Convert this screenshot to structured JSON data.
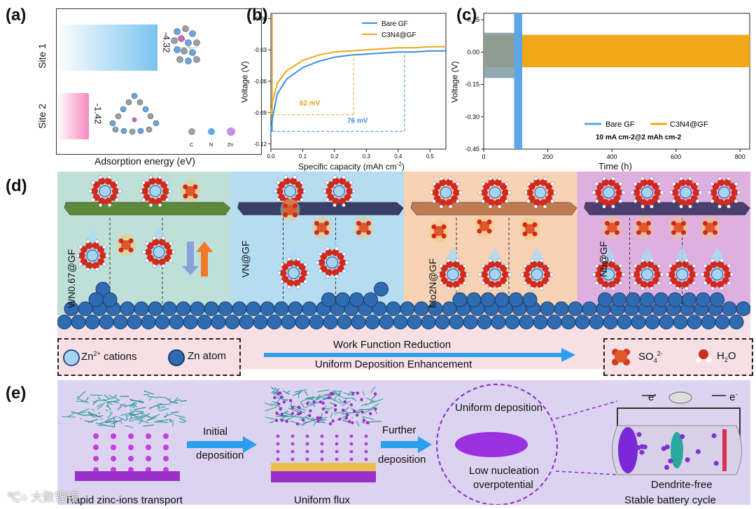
{
  "panel_labels": {
    "a": "(a)",
    "b": "(b)",
    "c": "(c)",
    "d": "(d)",
    "e": "(e)"
  },
  "panel_a": {
    "sites": [
      "Site 1",
      "Site 2"
    ],
    "values": [
      "-4.32",
      "-1.42"
    ],
    "xlabel": "Adsorption energy (eV)",
    "atoms": [
      "C",
      "N",
      "Zn"
    ]
  },
  "panel_b": {
    "xlabel": "Specific capacity (mAh cm",
    "xlabel_sup": "-2",
    "xlabel_end": ")",
    "ylabel": "Voltage (V)",
    "legend": [
      "Bare GF",
      "C3N4@GF"
    ],
    "annotations": [
      "62 mV",
      "76 mV"
    ],
    "yticks": [
      "0.00",
      "-0.03",
      "-0.06",
      "-0.09",
      "-0.12"
    ],
    "xticks": [
      "0.0",
      "0.1",
      "0.2",
      "0.3",
      "0.4",
      "0.5"
    ]
  },
  "panel_c": {
    "xlabel": "Time (h)",
    "ylabel": "Voltage (V)",
    "legend": [
      "Bare GF",
      "C3N4@GF"
    ],
    "condition": "10 mA cm-2@2 mAh cm-2",
    "yticks": [
      "0.15",
      "0.00",
      "-0.15",
      "-0.30",
      "-0.45"
    ],
    "xticks": [
      "0",
      "200",
      "400",
      "600",
      "800"
    ]
  },
  "chart_data": [
    {
      "type": "line",
      "xlabel": "Specific capacity (mAh cm-2)",
      "ylabel": "Voltage (V)",
      "xlim": [
        0,
        0.55
      ],
      "ylim": [
        -0.125,
        0.005
      ],
      "series": [
        {
          "name": "Bare GF",
          "color": "#3a8ee6",
          "x": [
            0,
            0.005,
            0.02,
            0.05,
            0.1,
            0.15,
            0.2,
            0.25,
            0.3,
            0.35,
            0.4,
            0.45,
            0.5,
            0.55
          ],
          "y": [
            -0.108,
            -0.095,
            -0.072,
            -0.058,
            -0.047,
            -0.041,
            -0.037,
            -0.035,
            -0.034,
            -0.033,
            -0.032,
            -0.032,
            -0.031,
            -0.031
          ]
        },
        {
          "name": "C3N4@GF",
          "color": "#f0a818",
          "x": [
            0,
            0.005,
            0.02,
            0.05,
            0.1,
            0.15,
            0.2,
            0.25,
            0.3,
            0.35,
            0.4,
            0.45,
            0.5,
            0.55
          ],
          "y": [
            -0.092,
            -0.08,
            -0.062,
            -0.05,
            -0.04,
            -0.035,
            -0.032,
            -0.031,
            -0.03,
            -0.029,
            -0.028,
            -0.028,
            -0.027,
            -0.027
          ]
        }
      ],
      "annotations": [
        {
          "text": "62 mV"
        },
        {
          "text": "76 mV"
        }
      ]
    },
    {
      "type": "line",
      "xlabel": "Time (h)",
      "ylabel": "Voltage (V)",
      "xlim": [
        0,
        830
      ],
      "ylim": [
        -0.45,
        0.18
      ],
      "series": [
        {
          "name": "Bare GF",
          "color": "#5aa6e8",
          "x": [
            0,
            120
          ],
          "y_band": [
            0.09,
            -0.12
          ]
        },
        {
          "name": "C3N4@GF",
          "color": "#f0a818",
          "x": [
            0,
            830
          ],
          "y_band": [
            0.08,
            -0.07
          ]
        }
      ]
    }
  ],
  "panel_d": {
    "sections": [
      "WN0.67@GF",
      "VN@GF",
      "Mo2N@GF",
      "Nb@GF"
    ],
    "legend_left": [
      "Zn2+ cations",
      "Zn atom"
    ],
    "arrow_text": [
      "Work Function Reduction",
      "Uniform Deposition Enhancement"
    ],
    "legend_right": [
      "SO4 2-",
      "H2O"
    ]
  },
  "panel_e": {
    "steps": [
      "Rapid zinc-ions transport",
      "Uniform flux"
    ],
    "arrows": [
      "Initial",
      "deposition",
      "Further",
      "deposition"
    ],
    "circle_text": [
      "Uniform deposition",
      "Low nucleation",
      "overpotential"
    ],
    "battery": [
      "Dendrite-free",
      "Stable battery cycle"
    ],
    "electron": "e-"
  },
  "watermark": "大数锂镜"
}
